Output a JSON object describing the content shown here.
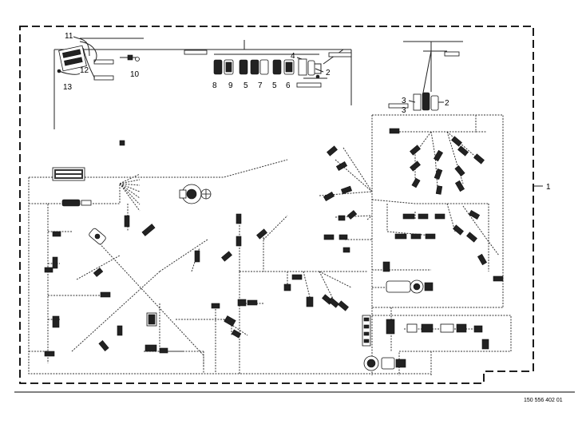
{
  "callouts": {
    "c1": "1",
    "c2a": "2",
    "c2b": "2",
    "c3": "3",
    "c3b": "3",
    "c4": "4",
    "c5a": "5",
    "c5b": "5",
    "c6": "6",
    "c7": "7",
    "c8": "8",
    "c9": "9",
    "c10": "10",
    "c11": "11",
    "c12": "12",
    "c13": "13"
  },
  "drawing_number": "150 556 402 01"
}
